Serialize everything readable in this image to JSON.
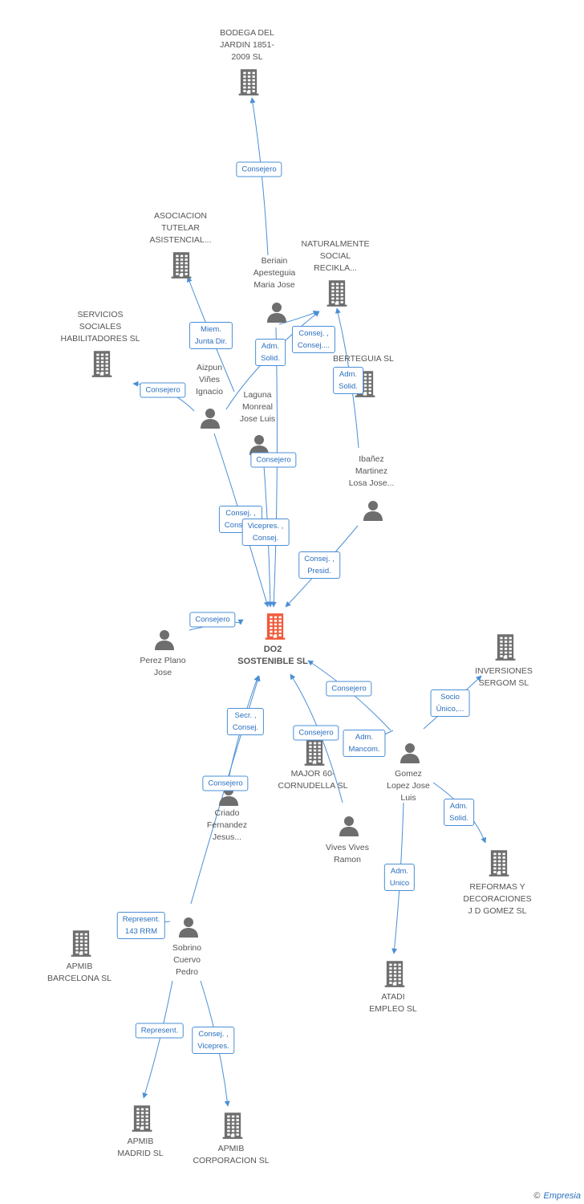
{
  "colors": {
    "edge": "#4a8fd6",
    "node": "#6e6e6e",
    "main": "#f05a3a",
    "tag_border": "#4a8fd6",
    "tag_text": "#2b6fbf"
  },
  "nodes": [
    {
      "id": "bodega",
      "label": "BODEGA DEL\nJARDIN 1851-\n2009 SL",
      "type": "company"
    },
    {
      "id": "asociacion",
      "label": "ASOCIACION\nTUTELAR\nASISTENCIAL...",
      "type": "company"
    },
    {
      "id": "naturalmente",
      "label": "NATURALMENTE\nSOCIAL\nRECIKLA...",
      "type": "company"
    },
    {
      "id": "servicios",
      "label": "SERVICIOS\nSOCIALES\nHABILITADORES SL",
      "type": "company"
    },
    {
      "id": "berteguia",
      "label": "BERTEGUIA  SL",
      "type": "company"
    },
    {
      "id": "beriain",
      "label": "Beriain\nApesteguia\nMaria Jose",
      "type": "person"
    },
    {
      "id": "aizpun",
      "label": "Aizpun\nViñes\nIgnacio",
      "type": "person"
    },
    {
      "id": "laguna",
      "label": "Laguna\nMonreal\nJose Luis",
      "type": "person"
    },
    {
      "id": "ibanez",
      "label": "Ibañez\nMartinez\nLosa Jose...",
      "type": "person"
    },
    {
      "id": "do2",
      "label": "DO2\nSOSTENIBLE SL",
      "type": "main"
    },
    {
      "id": "perez",
      "label": "Perez Plano\nJose",
      "type": "person"
    },
    {
      "id": "inversiones",
      "label": "INVERSIONES\nSERGOM SL",
      "type": "company"
    },
    {
      "id": "major",
      "label": "MAJOR 60-\nCORNUDELLA SL",
      "type": "company"
    },
    {
      "id": "gomez",
      "label": "Gomez\nLopez Jose\nLuis",
      "type": "person"
    },
    {
      "id": "criado",
      "label": "Criado\nFernandez\nJesus...",
      "type": "person"
    },
    {
      "id": "vives",
      "label": "Vives Vives\nRamon",
      "type": "person"
    },
    {
      "id": "reformas",
      "label": "REFORMAS Y\nDECORACIONES\nJ D GOMEZ SL",
      "type": "company"
    },
    {
      "id": "sobrino",
      "label": "Sobrino\nCuervo\nPedro",
      "type": "person"
    },
    {
      "id": "apmib_bcn",
      "label": "APMIB\nBARCELONA SL",
      "type": "company"
    },
    {
      "id": "atadi",
      "label": "ATADI\nEMPLEO  SL",
      "type": "company"
    },
    {
      "id": "apmib_mad",
      "label": "APMIB\nMADRID SL",
      "type": "company"
    },
    {
      "id": "apmib_corp",
      "label": "APMIB\nCORPORACION SL",
      "type": "company"
    }
  ],
  "edges": [
    {
      "from": "beriain",
      "to": "bodega",
      "label": "Consejero"
    },
    {
      "from": "aizpun",
      "to": "asociacion",
      "label": "Miem.\nJunta Dir."
    },
    {
      "from": "beriain",
      "to": "naturalmente",
      "label": "Consej. ,\nConsej...."
    },
    {
      "from": "aizpun",
      "to": "naturalmente",
      "label": "Adm.\nSolid."
    },
    {
      "from": "ibanez",
      "to": "naturalmente",
      "label": "Adm.\nSolid."
    },
    {
      "from": "aizpun",
      "to": "servicios",
      "label": "Consejero"
    },
    {
      "from": "laguna",
      "to": "do2",
      "label": "Consejero"
    },
    {
      "from": "aizpun",
      "to": "do2",
      "label": "Consej. ,\nConsej...."
    },
    {
      "from": "beriain",
      "to": "do2",
      "label": "Vicepres. ,\nConsej."
    },
    {
      "from": "ibanez",
      "to": "do2",
      "label": "Consej. ,\nPresid."
    },
    {
      "from": "perez",
      "to": "do2",
      "label": "Consejero"
    },
    {
      "from": "gomez",
      "to": "do2",
      "label": "Consejero"
    },
    {
      "from": "gomez",
      "to": "inversiones",
      "label": "Socio\nÚnico,..."
    },
    {
      "from": "vives",
      "to": "do2",
      "label": "Consejero"
    },
    {
      "from": "gomez",
      "to": "major",
      "label": "Adm.\nMancom."
    },
    {
      "from": "criado",
      "to": "do2",
      "label": "Secr. ,\nConsej."
    },
    {
      "from": "sobrino",
      "to": "do2",
      "label": "Consejero"
    },
    {
      "from": "gomez",
      "to": "reformas",
      "label": "Adm.\nSolid."
    },
    {
      "from": "sobrino",
      "to": "apmib_bcn",
      "label": "Represent.\n143 RRM"
    },
    {
      "from": "gomez",
      "to": "atadi",
      "label": "Adm.\nUnico"
    },
    {
      "from": "sobrino",
      "to": "apmib_mad",
      "label": "Represent."
    },
    {
      "from": "sobrino",
      "to": "apmib_corp",
      "label": "Consej. ,\nVicepres."
    }
  ],
  "footer": {
    "copyright": "©",
    "brand": "Empresia"
  }
}
